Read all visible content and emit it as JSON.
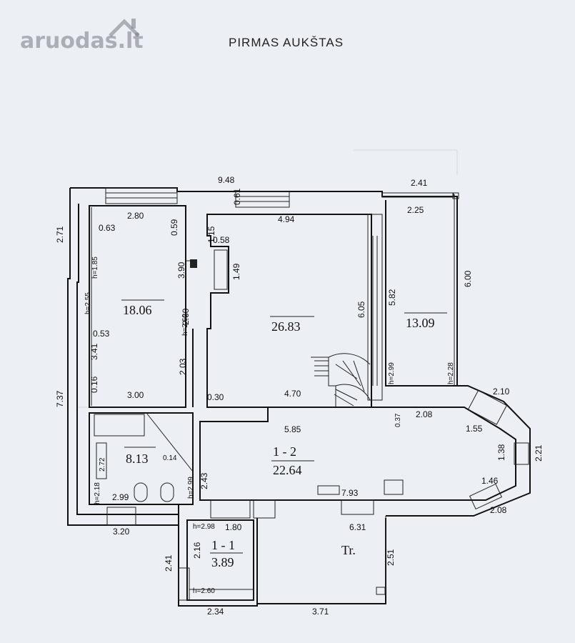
{
  "header": {
    "logo_text": "aruodas.lt",
    "title": "PIRMAS AUKŠTAS"
  },
  "plan": {
    "rooms": [
      {
        "id": "r18",
        "area": "18.06"
      },
      {
        "id": "r26",
        "area": "26.83"
      },
      {
        "id": "r13",
        "area": "13.09"
      },
      {
        "id": "r8",
        "area": "8.13"
      },
      {
        "id": "r12",
        "label": "1 - 2",
        "area": "22.64"
      },
      {
        "id": "r11",
        "label": "1 - 1",
        "area": "3.89"
      },
      {
        "id": "tr",
        "label": "Tr."
      }
    ],
    "dimensions": [
      "9.48",
      "2.41",
      "2.80",
      "0.59",
      "0.61",
      "4.94",
      "2.25",
      "2.71",
      "0.63",
      "1.15",
      "0.58",
      "h=1.85",
      "3.90",
      "1.49",
      "6.00",
      "h=2.55",
      "2.60",
      "0.53",
      "6.05",
      "5.82",
      "3.41",
      "h=2.60",
      "2.03",
      "h=2.99",
      "h=2.28",
      "0.16",
      "3.00",
      "0.30",
      "4.70",
      "2.10",
      "7.37",
      "0.37",
      "2.08",
      "5.85",
      "1.55",
      "2.72",
      "0.14",
      "1.38",
      "2.21",
      "2.43",
      "1.46",
      "h=2.18",
      "2.99",
      "h=2.99",
      "7.93",
      "2.08",
      "3.20",
      "h=2.98",
      "1.80",
      "6.31",
      "2.16",
      "2.41",
      "2.51",
      "h=2.60",
      "2.34",
      "3.71"
    ]
  }
}
